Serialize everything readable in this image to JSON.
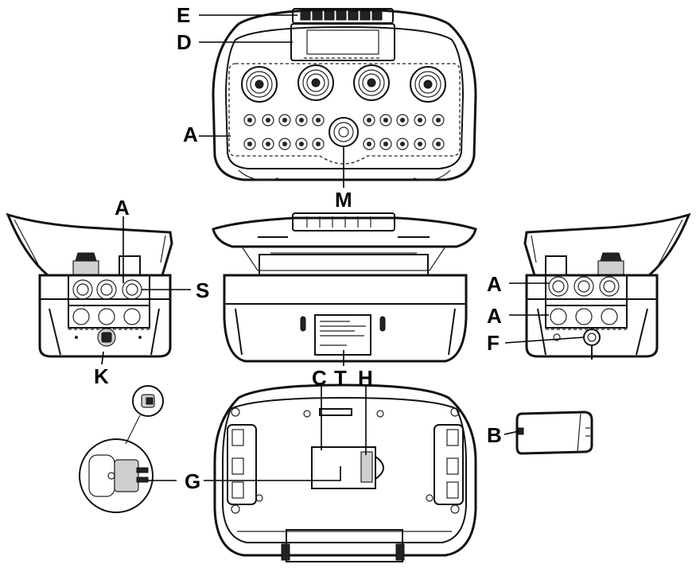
{
  "labels": {
    "E": "E",
    "D": "D",
    "A_front": "A",
    "M": "M",
    "A_left": "A",
    "S": "S",
    "K": "K",
    "A_right_top": "A",
    "A_right_bottom": "A",
    "F": "F",
    "C": "C",
    "T": "T",
    "H": "H",
    "B": "B",
    "G": "G"
  },
  "colors": {
    "line": "#111111",
    "background": "#ffffff"
  }
}
